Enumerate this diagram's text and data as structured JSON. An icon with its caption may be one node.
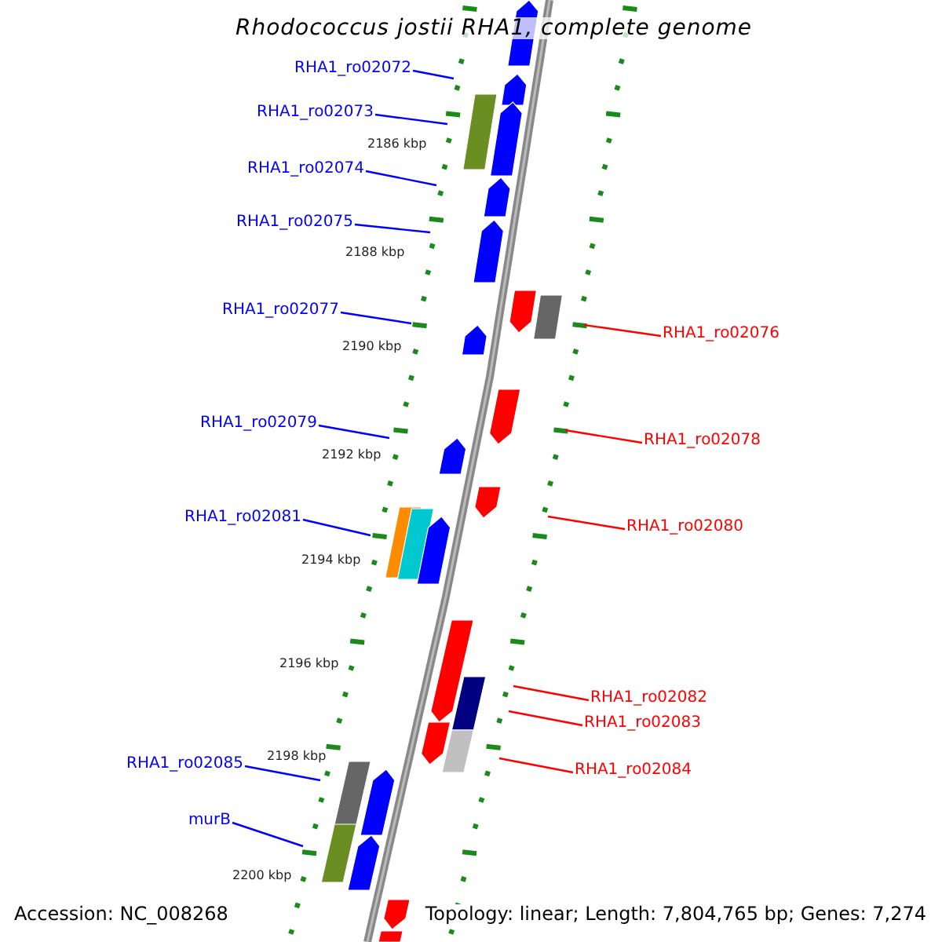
{
  "diagram": {
    "title": "Rhodococcus jostii RHA1, complete genome",
    "nodes": [
      {
        "text": [
          "RHA1_ro02072"
        ]
      },
      {
        "text": [
          "RHA1_ro02073"
        ]
      },
      {
        "text": [
          "RHA1_ro02074"
        ]
      },
      {
        "text": [
          "RHA1_ro02075"
        ]
      },
      {
        "text": [
          "RHA1_ro02076"
        ]
      },
      {
        "text": [
          "RHA1_ro02077"
        ]
      },
      {
        "text": [
          "RHA1_ro02078"
        ]
      },
      {
        "text": [
          "RHA1_ro02079"
        ]
      },
      {
        "text": [
          "RHA1_ro02080"
        ]
      },
      {
        "text": [
          "RHA1_ro02081"
        ]
      },
      {
        "text": [
          "RHA1_ro02082"
        ]
      },
      {
        "text": [
          "RHA1_ro02083"
        ]
      },
      {
        "text": [
          "RHA1_ro02085"
        ]
      },
      {
        "text": [
          "RHA1_ro02084"
        ]
      },
      {
        "text": [
          "murB"
        ]
      }
    ],
    "edges": [
      {
        "from": 0,
        "to": null,
        "arrow": "none"
      },
      {
        "from": 1,
        "to": null,
        "arrow": "none"
      },
      {
        "from": 2,
        "to": null,
        "arrow": "none"
      },
      {
        "from": 3,
        "to": null,
        "arrow": "none"
      },
      {
        "from": 4,
        "to": null,
        "arrow": "none",
        "color": "#ff0000"
      },
      {
        "from": 5,
        "to": null,
        "arrow": "none"
      },
      {
        "from": 6,
        "to": null,
        "arrow": "none",
        "color": "#ff0000"
      },
      {
        "from": 7,
        "to": null,
        "arrow": "none"
      },
      {
        "from": 8,
        "to": null,
        "arrow": "none",
        "color": "#ff0000"
      },
      {
        "from": 9,
        "to": null,
        "arrow": "none"
      },
      {
        "from": 10,
        "to": null,
        "arrow": "none",
        "color": "#ff0000"
      },
      {
        "from": 11,
        "to": null,
        "arrow": "none",
        "color": "#ff0000"
      },
      {
        "from": 12,
        "to": null,
        "arrow": "none"
      },
      {
        "from": 13,
        "to": null,
        "arrow": "none",
        "color": "#ff0000"
      },
      {
        "from": 14,
        "to": null,
        "arrow": "none"
      }
    ],
    "labels": [
      "2186 kbp",
      "2188 kbp",
      "2190 kbp",
      "2192 kbp",
      "2194 kbp",
      "2196 kbp",
      "2198 kbp",
      "2200 kbp",
      "Accession: NC_008268",
      "Topology: linear; Length: 7,804,765 bp; Genes: 7,274"
    ]
  }
}
